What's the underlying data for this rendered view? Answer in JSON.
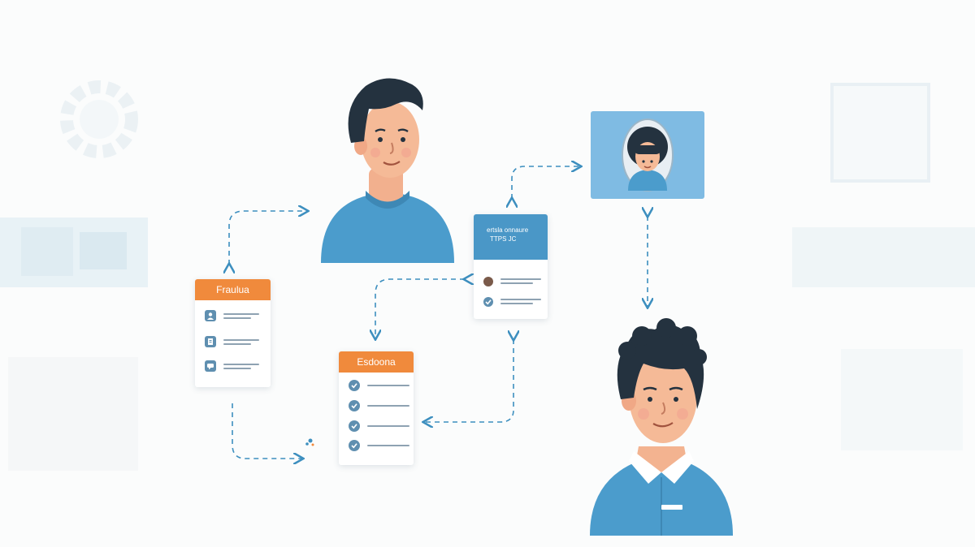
{
  "colors": {
    "accent_blue": "#4a97c7",
    "person_shirt": "#4b9ccc",
    "header_orange": "#f08a3c",
    "arrow": "#3d8fbf",
    "photo_frame": "#7fbbe3"
  },
  "cards": {
    "left_card": {
      "header": "Fraulua",
      "rows": [
        {
          "icon": "person-icon"
        },
        {
          "icon": "document-icon"
        },
        {
          "icon": "chat-icon"
        }
      ]
    },
    "middle_card": {
      "header": "Esdoona",
      "rows": [
        {
          "icon": "check-icon"
        },
        {
          "icon": "check-icon"
        },
        {
          "icon": "check-icon"
        },
        {
          "icon": "check-icon"
        }
      ]
    },
    "profile_card": {
      "header_line1": "ertsla onnaure",
      "header_line2": "TTPS  JC",
      "rows": [
        {
          "icon": "gear-icon"
        },
        {
          "icon": "check-icon"
        }
      ]
    }
  },
  "people": {
    "top_person": "person-avatar",
    "bottom_person": "person-avatar",
    "photo_frame": "profile-photo"
  }
}
